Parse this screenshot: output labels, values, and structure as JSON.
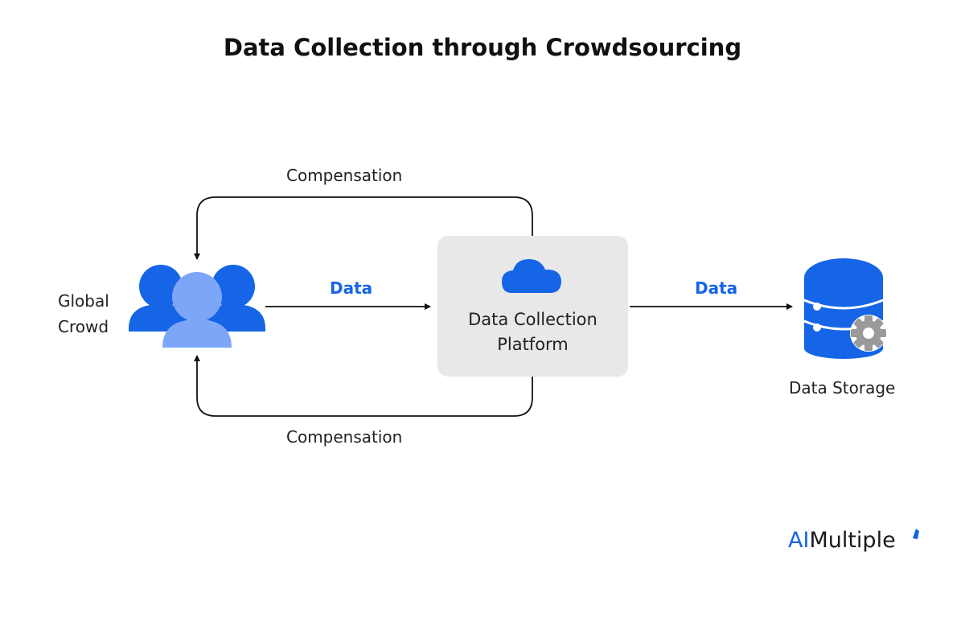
{
  "title": "Data Collection through Crowdsourcing",
  "nodes": {
    "crowd": {
      "label_line1": "Global",
      "label_line2": "Crowd"
    },
    "platform": {
      "label_line1": "Data Collection",
      "label_line2": "Platform"
    },
    "storage": {
      "label": "Data Storage"
    }
  },
  "edges": {
    "compensation_top": "Compensation",
    "compensation_bottom": "Compensation",
    "data_to_platform": "Data",
    "data_to_storage": "Data"
  },
  "logo": {
    "ai": "AI",
    "rest": "Multiple"
  },
  "colors": {
    "accent_blue": "#1565e6",
    "light_blue": "#7ea6f8",
    "platform_box": "#e8e8e8",
    "gear_gray": "#9a9a9a"
  }
}
